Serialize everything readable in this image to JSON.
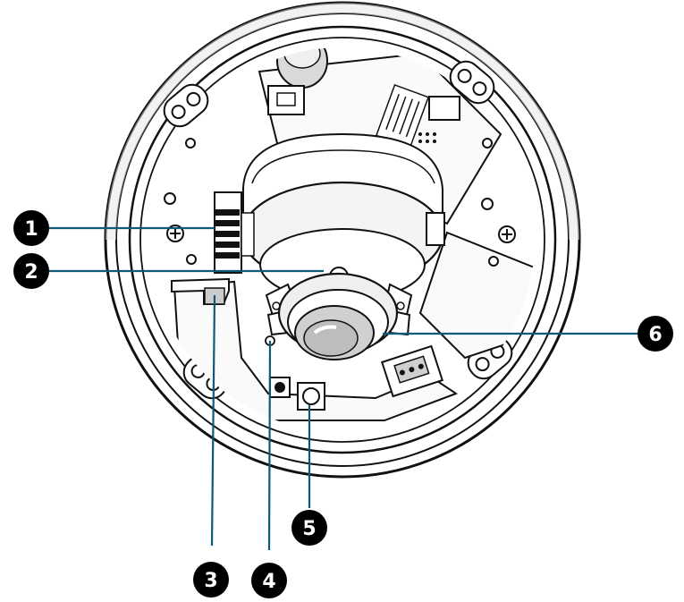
{
  "colors": {
    "leader": "#0e5a78",
    "badge": "#000000",
    "badge_text": "#ffffff",
    "line_art": "#111111",
    "shade": "#bdbdbd",
    "background": "#ffffff"
  },
  "callouts": [
    {
      "label": "1",
      "part_icon": "dip-switch-icon"
    },
    {
      "label": "2",
      "part_icon": "light-sensor-icon"
    },
    {
      "label": "3",
      "part_icon": "microsd-slot-icon"
    },
    {
      "label": "4",
      "part_icon": "ir-led-icon"
    },
    {
      "label": "5",
      "part_icon": "reset-button-icon"
    },
    {
      "label": "6",
      "part_icon": "lens-icon"
    }
  ]
}
